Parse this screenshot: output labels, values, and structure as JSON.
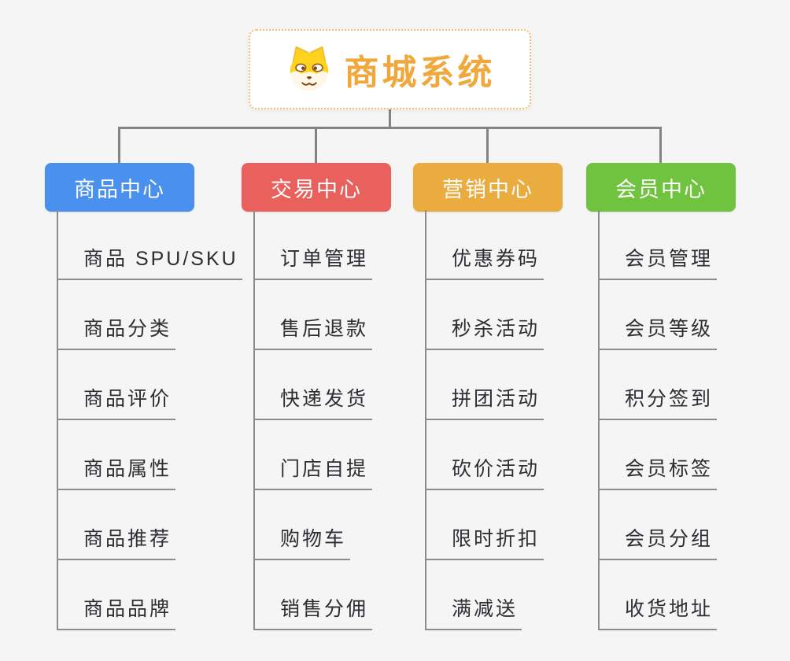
{
  "root": {
    "title": "商城系统",
    "icon": "dog-face-icon"
  },
  "branches": [
    {
      "id": "product-center",
      "label": "商品中心",
      "color": "#4a90ee",
      "items": [
        "商品 SPU/SKU",
        "商品分类",
        "商品评价",
        "商品属性",
        "商品推荐",
        "商品品牌"
      ]
    },
    {
      "id": "trade-center",
      "label": "交易中心",
      "color": "#e9605c",
      "items": [
        "订单管理",
        "售后退款",
        "快递发货",
        "门店自提",
        "购物车",
        "销售分佣"
      ]
    },
    {
      "id": "marketing-center",
      "label": "营销中心",
      "color": "#ebac3f",
      "items": [
        "优惠券码",
        "秒杀活动",
        "拼团活动",
        "砍价活动",
        "限时折扣",
        "满减送"
      ]
    },
    {
      "id": "member-center",
      "label": "会员中心",
      "color": "#6fc33e",
      "items": [
        "会员管理",
        "会员等级",
        "积分签到",
        "会员标签",
        "会员分组",
        "收货地址"
      ]
    }
  ],
  "colors": {
    "background": "#f5f5f6",
    "connector_line": "#838383",
    "leaf_line": "#8c8c8c",
    "leaf_text": "#2e2e32",
    "root_border": "#f2be73",
    "root_title": "#f0a83c",
    "root_background": "#ffffff"
  }
}
